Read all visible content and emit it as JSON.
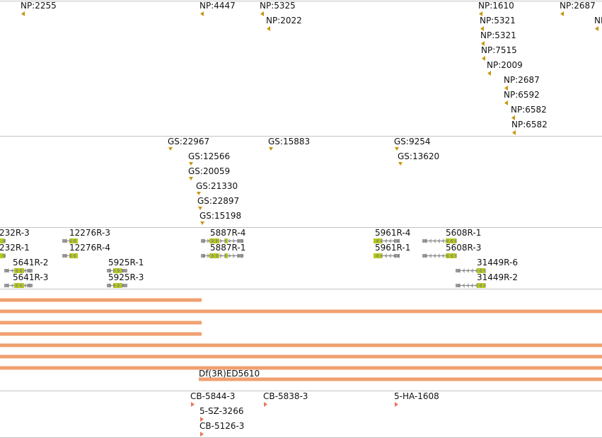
{
  "tracks": {
    "np_insertions": {
      "color": "#c8960f",
      "items": [
        {
          "label": "NP:2255",
          "dir": "left"
        },
        {
          "label": "NP:4447",
          "dir": "left"
        },
        {
          "label": "NP:5325",
          "dir": "left"
        },
        {
          "label": "NP:2022",
          "dir": "left"
        },
        {
          "label": "NP:1610",
          "dir": "left"
        },
        {
          "label": "NP:5321",
          "dir": "left"
        },
        {
          "label": "NP:5321",
          "dir": "left"
        },
        {
          "label": "NP:7515",
          "dir": "left"
        },
        {
          "label": "NP:2009",
          "dir": "left"
        },
        {
          "label": "NP:2687",
          "dir": "left"
        },
        {
          "label": "NP:6592",
          "dir": "left"
        },
        {
          "label": "NP:6582",
          "dir": "left"
        },
        {
          "label": "NP:6582",
          "dir": "left"
        },
        {
          "label": "NP:2687",
          "dir": "left"
        },
        {
          "label": "NI",
          "dir": "left"
        }
      ]
    },
    "gs_insertions": {
      "color": "#c8960f",
      "items": [
        {
          "label": "GS:22967",
          "dir": "down"
        },
        {
          "label": "GS:12566",
          "dir": "down"
        },
        {
          "label": "GS:20059",
          "dir": "down"
        },
        {
          "label": "GS:21330",
          "dir": "down"
        },
        {
          "label": "GS:22897",
          "dir": "down"
        },
        {
          "label": "GS:15198",
          "dir": "down"
        },
        {
          "label": "GS:15883",
          "dir": "down"
        },
        {
          "label": "GS:9254",
          "dir": "down"
        },
        {
          "label": "GS:13620",
          "dir": "down"
        }
      ]
    },
    "transcripts": {
      "intron_color": "#8a8a8a",
      "utr_color": "#9a9a9a",
      "cds_color": "#b5c81e",
      "items": [
        {
          "label": "232R-3"
        },
        {
          "label": "232R-1"
        },
        {
          "label": "5641R-2"
        },
        {
          "label": "5641R-3"
        },
        {
          "label": "12276R-3"
        },
        {
          "label": "12276R-4"
        },
        {
          "label": "5925R-1"
        },
        {
          "label": "5925R-3"
        },
        {
          "label": "5887R-4"
        },
        {
          "label": "5887R-1"
        },
        {
          "label": "5961R-4"
        },
        {
          "label": "5961R-1"
        },
        {
          "label": "5608R-1"
        },
        {
          "label": "5608R-3"
        },
        {
          "label": "31449R-6"
        },
        {
          "label": "31449R-2"
        }
      ]
    },
    "deficiencies": {
      "color": "#f0a070",
      "label": "Df(3R)ED5610"
    },
    "cb_insertions": {
      "color": "#e8785a",
      "items": [
        {
          "label": "CB-5844-3",
          "dir": "right"
        },
        {
          "label": "5-SZ-3266",
          "dir": "right"
        },
        {
          "label": "CB-5126-3",
          "dir": "right"
        },
        {
          "label": "CB-5838-3",
          "dir": "right"
        },
        {
          "label": "5-HA-1608",
          "dir": "right"
        }
      ]
    }
  }
}
